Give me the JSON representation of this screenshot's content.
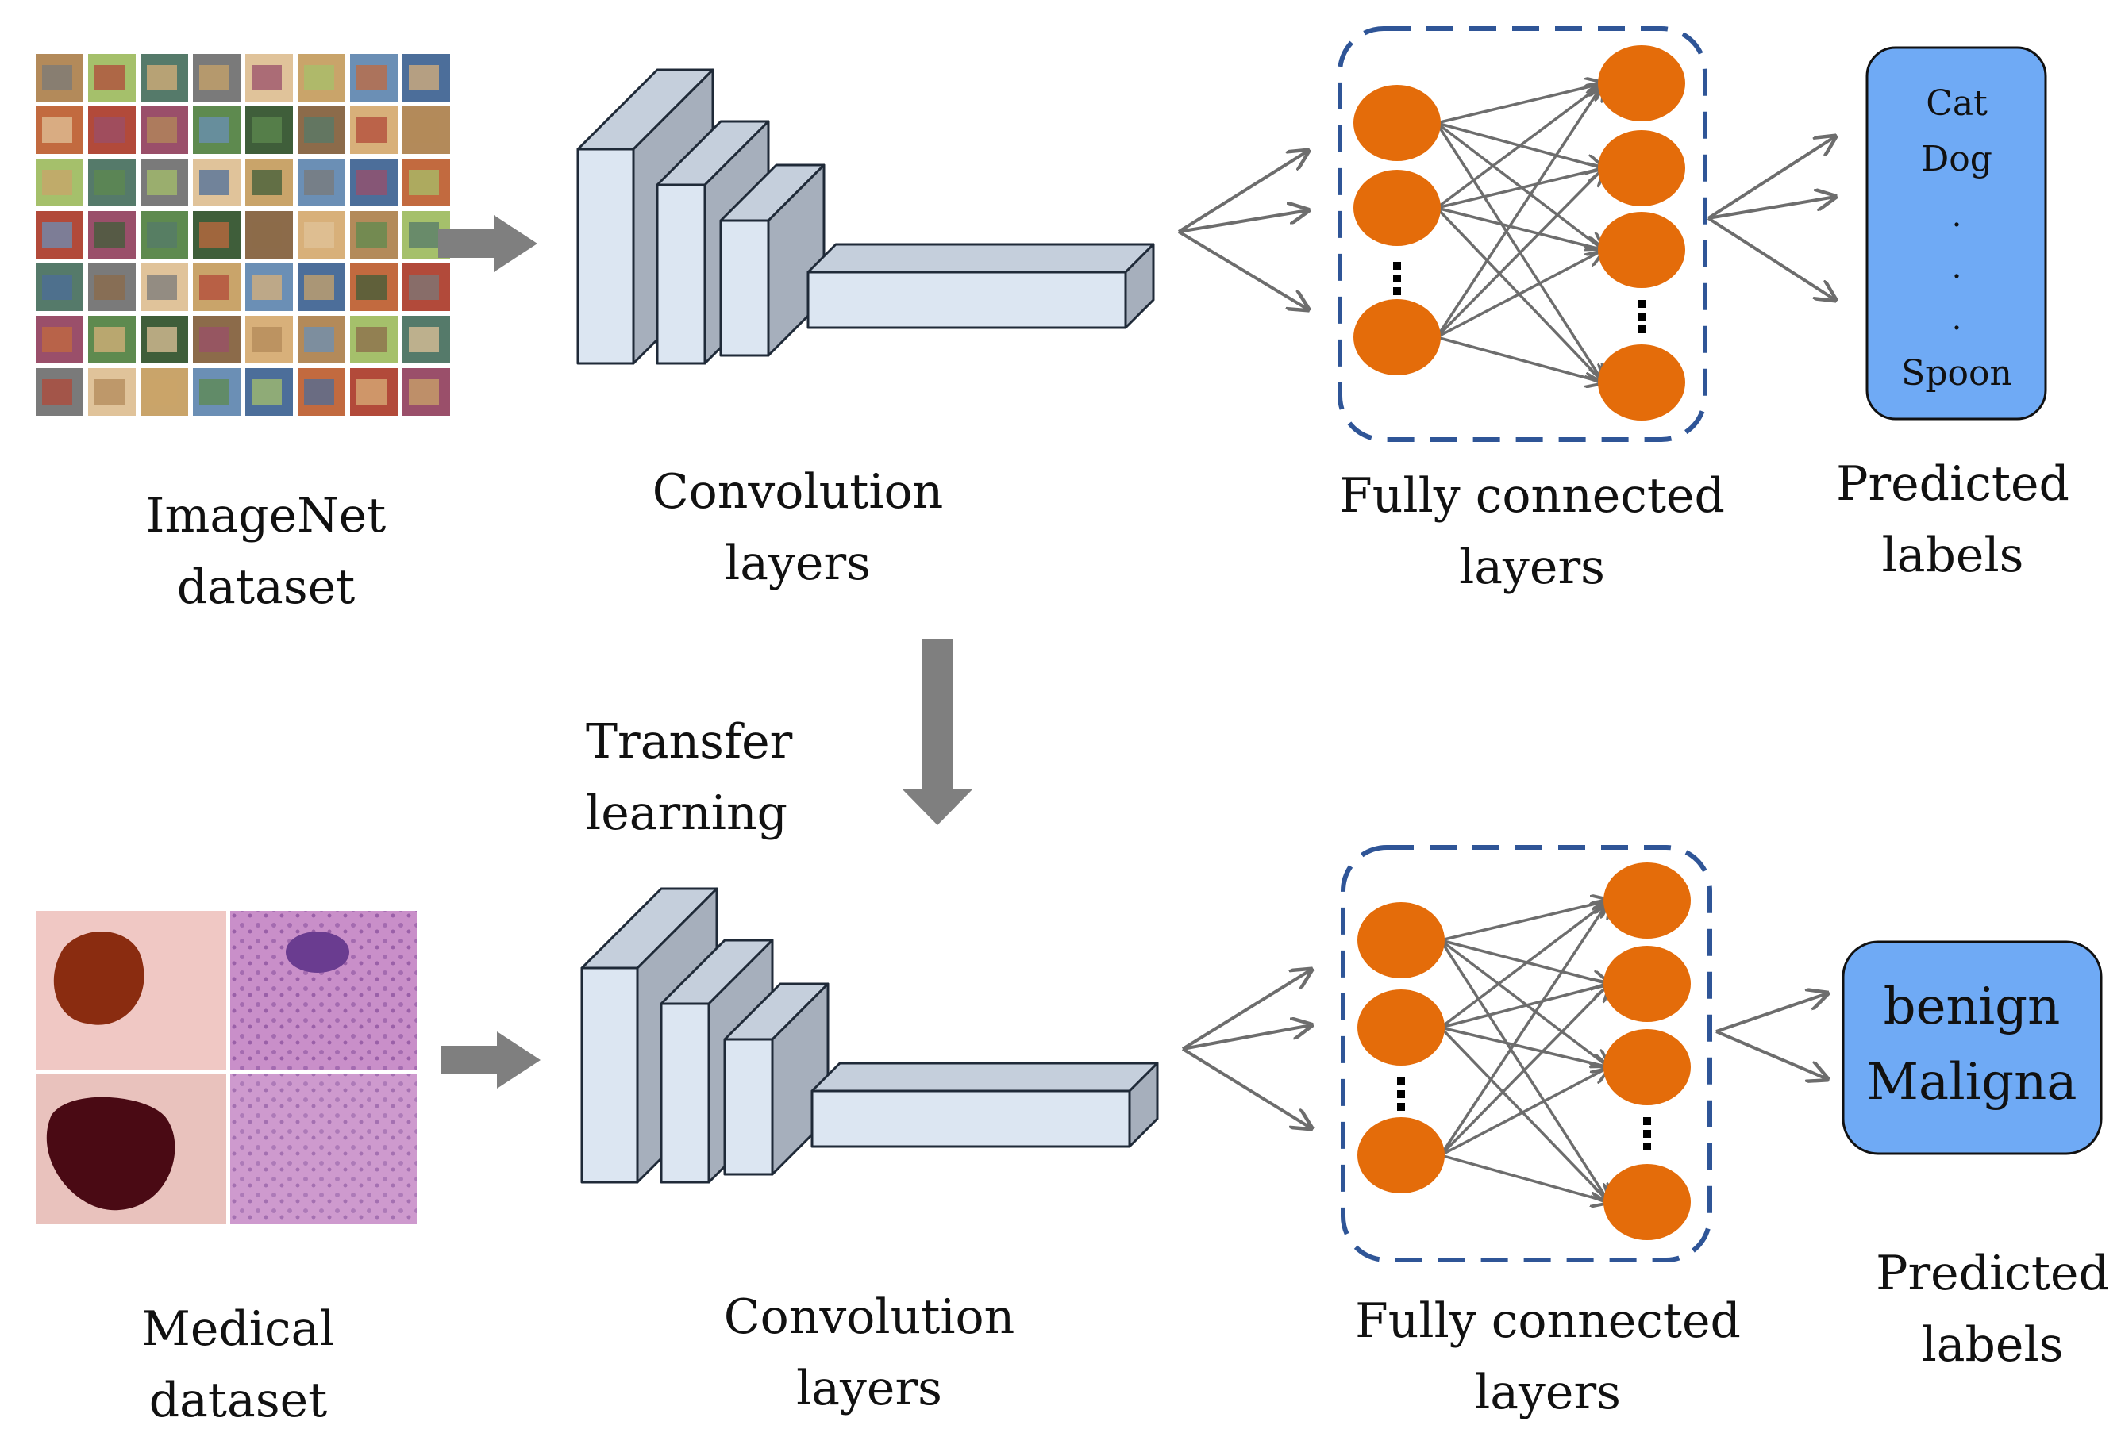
{
  "top": {
    "dataset_caption": [
      "ImageNet",
      "dataset"
    ],
    "conv_caption": [
      "Convolution",
      "layers"
    ],
    "fc_caption": [
      "Fully connected",
      "layers"
    ],
    "pred_caption": [
      "Predicted",
      "labels"
    ],
    "labels": [
      "Cat",
      "Dog",
      ".",
      ".",
      ".",
      "Spoon"
    ]
  },
  "transfer": {
    "caption": [
      "Transfer",
      "learning"
    ]
  },
  "bottom": {
    "dataset_caption": [
      "Medical",
      "dataset"
    ],
    "conv_caption": [
      "Convolution",
      "layers"
    ],
    "fc_caption": [
      "Fully connected",
      "layers"
    ],
    "pred_caption": [
      "Predicted",
      "labels"
    ],
    "labels": [
      "benign",
      "Maligna"
    ]
  },
  "colors": {
    "neuron": "#E46C0A",
    "label_box": "#6FAAF5",
    "conv_face": "#DCE6F2",
    "conv_side": "#A6AFBC",
    "arrow": "#7F7F7F",
    "dashed_border": "#2F5597"
  },
  "icons": {
    "flow_arrow": "right-arrow-icon",
    "transfer_arrow": "down-arrow-icon"
  }
}
